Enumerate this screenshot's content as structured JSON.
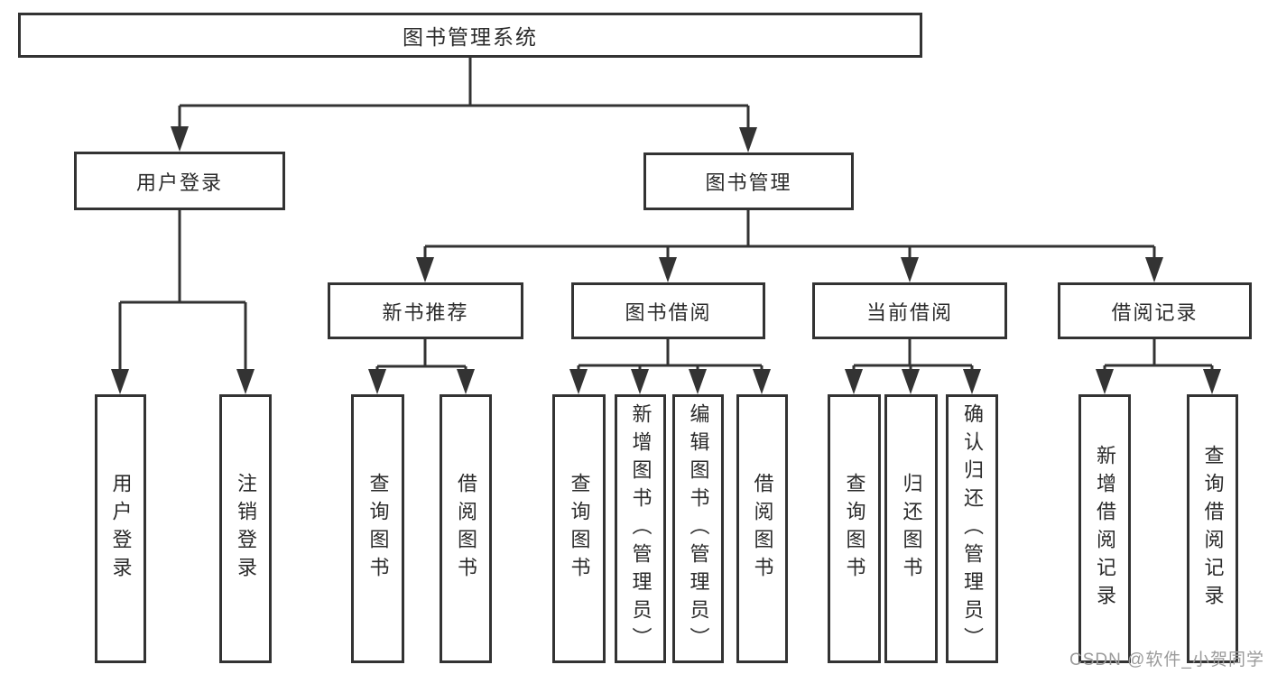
{
  "diagram": {
    "root": {
      "label": "图书管理系统"
    },
    "level1": [
      {
        "label": "用户登录"
      },
      {
        "label": "图书管理"
      }
    ],
    "level2": [
      {
        "label": "新书推荐"
      },
      {
        "label": "图书借阅"
      },
      {
        "label": "当前借阅"
      },
      {
        "label": "借阅记录"
      }
    ],
    "leaves": [
      {
        "label": "用户登录"
      },
      {
        "label": "注销登录"
      },
      {
        "label": "查询图书"
      },
      {
        "label": "借阅图书"
      },
      {
        "label": "查询图书"
      },
      {
        "label": "新增图书（管理员）"
      },
      {
        "label": "编辑图书（管理员）"
      },
      {
        "label": "借阅图书"
      },
      {
        "label": "查询图书"
      },
      {
        "label": "归还图书"
      },
      {
        "label": "确认归还（管理员）"
      },
      {
        "label": "新增借阅记录"
      },
      {
        "label": "查询借阅记录"
      }
    ]
  },
  "watermark": {
    "text": "CSDN @软件_小贺同学"
  },
  "colors": {
    "line": "#333333",
    "box_border": "#333333",
    "text": "#2b2b2b",
    "watermark_text": "#9b9b9b",
    "background": "#ffffff"
  }
}
